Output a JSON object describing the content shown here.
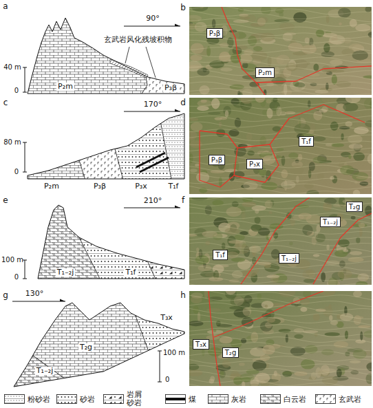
{
  "diagram": {
    "nodes": [
      {
        "text": [
          "P₃β"
        ]
      },
      {
        "text": [
          "P₂m"
        ]
      },
      {
        "text": [
          "P₃β"
        ]
      },
      {
        "text": [
          "P₃x"
        ]
      },
      {
        "text": [
          "T₁f"
        ]
      },
      {
        "text": [
          "T₂g"
        ]
      },
      {
        "text": [
          "T₁₋₂j"
        ]
      },
      {
        "text": [
          "T₁₋₂j"
        ]
      },
      {
        "text": [
          "T₁f"
        ]
      },
      {
        "text": [
          "T₃x"
        ]
      },
      {
        "text": [
          "T₂g"
        ]
      }
    ],
    "labels": [
      "a",
      "90°",
      "40 m",
      "0",
      "玄武岩风化残坡积物",
      "P₂m",
      "P₃β",
      "b",
      "c",
      "170°",
      "80 m",
      "0",
      "P₂m",
      "P₃β",
      "P₃x",
      "T₁f",
      "d",
      "e",
      "210°",
      "100 m",
      "0",
      "T₁₋₂j",
      "T₁f",
      "f",
      "g",
      "130°",
      "100 m",
      "0",
      "T₂g",
      "T₃x",
      "T₁₋₂j",
      "h"
    ],
    "legend": [
      {
        "text": "粉砂岩"
      },
      {
        "text": "砂岩"
      },
      {
        "text": "岩屑砂岩"
      },
      {
        "text": "煤"
      },
      {
        "text": "灰岩"
      },
      {
        "text": "白云岩"
      },
      {
        "text": "玄武岩"
      }
    ]
  }
}
